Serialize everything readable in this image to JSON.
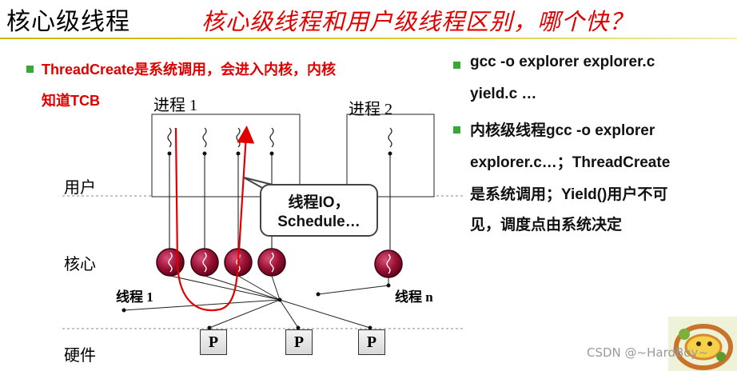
{
  "slide": {
    "title": "核心级线程",
    "subtitle": "核心级线程和用户级线程区别，哪个快？"
  },
  "left_bullet": {
    "line1": "ThreadCreate是系统调用，会进入内核，内核",
    "line2": "知道TCB"
  },
  "diagram": {
    "process1_label": "进程 1",
    "process2_label": "进程 2",
    "layer_user": "用户",
    "layer_kernel": "核心",
    "layer_hardware": "硬件",
    "thread1_label": "线程 1",
    "threadn_label": "线程 n",
    "callout_line1": "线程IO，",
    "callout_line2": "Schedule…",
    "processor_label": "P",
    "processor_count": 3,
    "path_color": "#e00000",
    "kernel_thread_color": "#8b0020"
  },
  "right_bullets": {
    "b1_line1": "gcc -o explorer explorer.c",
    "b1_line2": "yield.c …",
    "b2_line1": "内核级线程gcc -o explorer",
    "b2_line2": "explorer.c…；ThreadCreate",
    "b2_line3": "是系统调用；Yield()用户不可",
    "b2_line4": "见，调度点由系统决定"
  },
  "watermark": "CSDN @~HardBoy~"
}
